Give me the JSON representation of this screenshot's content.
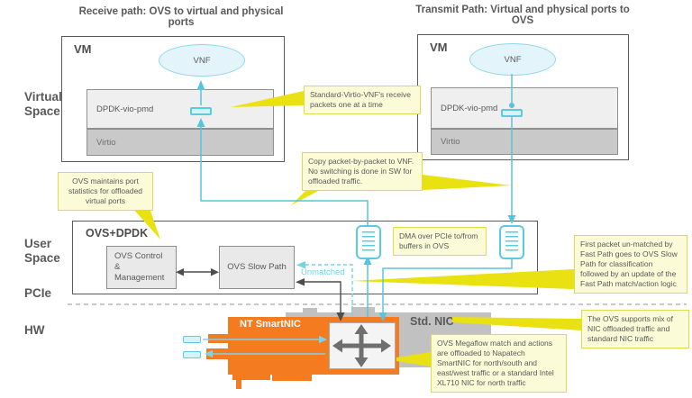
{
  "titles": {
    "receive": "Receive path: OVS to virtual and physical ports",
    "transmit": "Transmit Path: Virtual and physical ports to OVS"
  },
  "side_labels": {
    "virtual_space": "Virtual Space",
    "user_space": "User Space",
    "pcie": "PCIe",
    "hw": "HW"
  },
  "vm_left": {
    "title": "VM",
    "vnf": "VNF",
    "pmd": "DPDK-vio-pmd",
    "virtio": "Virtio"
  },
  "vm_right": {
    "title": "VM",
    "vnf": "VNF",
    "pmd": "DPDK-vio-pmd",
    "virtio": "Virtio"
  },
  "ovs": {
    "title": "OVS+DPDK",
    "control": "OVS Control & Management",
    "slow_path": "OVS Slow Path",
    "unmatched": "Unmatched"
  },
  "hw": {
    "smartnic": "NT SmartNIC",
    "std_nic": "Std. NIC"
  },
  "callouts": {
    "virtio_vnf": "Standard-Virtio-VNF's receive packets one at a time",
    "copy_packet": "Copy packet-by-packet to VNF. No switching is done in SW for offloaded traffic.",
    "port_stats": "OVS maintains port statistics for offloaded virtual ports",
    "dma": "DMA over PCIe to/from buffers in OVS",
    "first_packet": "First packet un-matched by Fast Path goes to OVS Slow Path for classification followed by an update of the Fast Path match/action logic",
    "mix": "The OVS supports mix of NIC offloaded traffic and standard NIC traffic",
    "megaflow": "OVS Megaflow match and actions are offloaded to Napatech SmartNIC for north/south and east/west traffic or a standard Intel XL710 NIC for north traffic"
  },
  "colors": {
    "accent_cyan": "#56C5DC",
    "nic_orange": "#F47B20",
    "callout_fill": "#FBFBD8",
    "beam_yellow": "#EAE112",
    "text_gray": "#595959"
  }
}
